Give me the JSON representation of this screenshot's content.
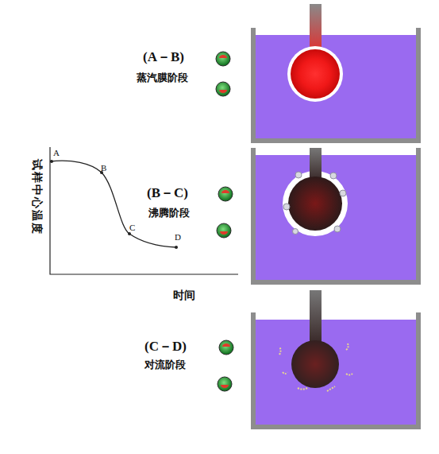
{
  "diagram": {
    "labels": [
      "(A－B)",
      "蒸汽膜阶段",
      "试样中心温度",
      "A",
      "B",
      "(B－C)",
      "沸腾阶段",
      "C",
      "D",
      "时间",
      "(C－D)",
      "对流阶段"
    ]
  }
}
